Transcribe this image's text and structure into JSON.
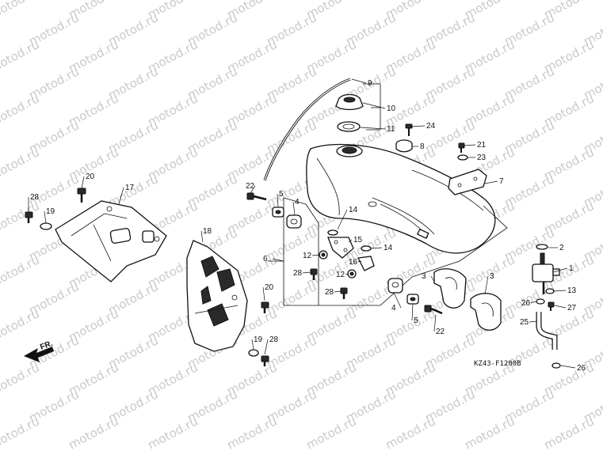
{
  "watermark": "motod.ru",
  "diagram_code": "KZ43-F1200B",
  "front_marker": "FR.",
  "callouts": [
    "1",
    "2",
    "3",
    "3",
    "4",
    "4",
    "5",
    "5",
    "6",
    "7",
    "8",
    "9",
    "10",
    "11",
    "12",
    "12",
    "13",
    "14",
    "14",
    "15",
    "16",
    "17",
    "18",
    "19",
    "19",
    "20",
    "20",
    "21",
    "22",
    "22",
    "23",
    "24",
    "25",
    "26",
    "26",
    "27",
    "28",
    "28",
    "28",
    "28"
  ]
}
